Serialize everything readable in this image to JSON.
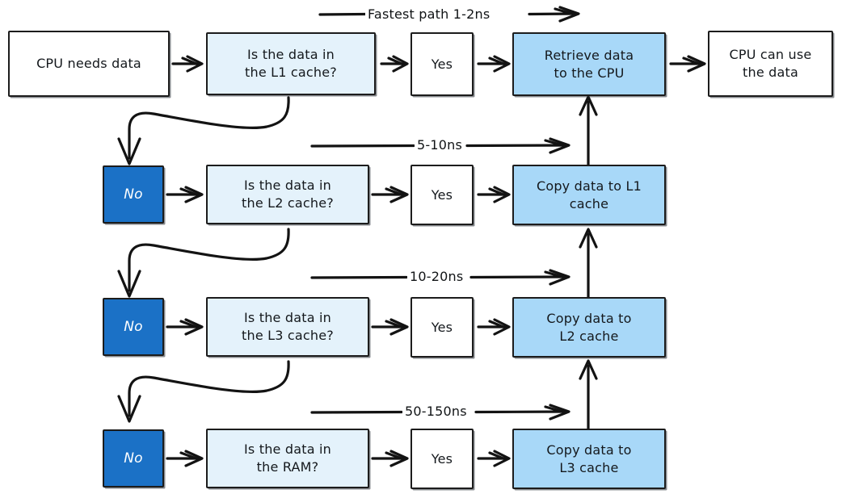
{
  "diagram": {
    "title": "CPU cache lookup hierarchy flowchart",
    "style": "hand-drawn",
    "colors": {
      "background": "#ffffff",
      "stroke": "#131313",
      "decision_fill": "#e4f2fb",
      "no_fill": "#1b71c6",
      "no_text": "#ffffff",
      "copy_fill": "#a8d8f8",
      "plain_fill": "#ffffff",
      "text": "#14181c"
    }
  },
  "nodes": {
    "start": {
      "label": "CPU needs data",
      "kind": "plain"
    },
    "decision_l1": {
      "label": "Is the data in\nthe L1 cache?",
      "line1": "Is the data in",
      "line2": "the L1 cache?",
      "kind": "decision"
    },
    "decision_l2": {
      "label": "Is the data in\nthe L2 cache?",
      "line1": "Is the data in",
      "line2": "the L2 cache?",
      "kind": "decision"
    },
    "decision_l3": {
      "label": "Is the data in\nthe L3 cache?",
      "line1": "Is the data in",
      "line2": "the L3 cache?",
      "kind": "decision"
    },
    "decision_ram": {
      "label": "Is the data in\nthe RAM?",
      "line1": "Is the data in",
      "line2": "the RAM?",
      "kind": "decision"
    },
    "yes_l1": {
      "label": "Yes",
      "kind": "plain"
    },
    "yes_l2": {
      "label": "Yes",
      "kind": "plain"
    },
    "yes_l3": {
      "label": "Yes",
      "kind": "plain"
    },
    "yes_ram": {
      "label": "Yes",
      "kind": "plain"
    },
    "no_l1": {
      "label": "No",
      "kind": "no"
    },
    "no_l2": {
      "label": "No",
      "kind": "no"
    },
    "no_l3": {
      "label": "No",
      "kind": "no"
    },
    "no_ram": {
      "label": "No",
      "kind": "no"
    },
    "retrieve": {
      "label": "Retrieve data\nto the CPU",
      "line1": "Retrieve data",
      "line2": "to the CPU",
      "kind": "copy"
    },
    "copy_l1": {
      "label": "Copy data to L1\ncache",
      "line1": "Copy data to L1",
      "line2": "cache",
      "kind": "copy"
    },
    "copy_l2": {
      "label": "Copy data to\nL2 cache",
      "line1": "Copy data to",
      "line2": "L2 cache",
      "kind": "copy"
    },
    "copy_l3": {
      "label": "Copy data to\nL3 cache",
      "line1": "Copy data to",
      "line2": "L3 cache",
      "kind": "copy"
    },
    "end": {
      "label": "CPU can use\nthe data",
      "line1": "CPU can use",
      "line2": "the data",
      "kind": "plain"
    }
  },
  "timing_labels": {
    "l1": "Fastest path 1-2ns",
    "l2": "5-10ns",
    "l3": "10-20ns",
    "ram": "50-150ns"
  },
  "edges": [
    {
      "from": "start",
      "to": "decision_l1",
      "type": "straight-right"
    },
    {
      "from": "decision_l1",
      "to": "yes_l1",
      "type": "straight-right"
    },
    {
      "from": "yes_l1",
      "to": "retrieve",
      "type": "straight-right"
    },
    {
      "from": "retrieve",
      "to": "end",
      "type": "straight-right"
    },
    {
      "from": "decision_l1",
      "to": "no_l1",
      "type": "curved-down-left"
    },
    {
      "from": "no_l1",
      "to": "decision_l2",
      "type": "straight-right"
    },
    {
      "from": "decision_l2",
      "to": "yes_l2",
      "type": "straight-right"
    },
    {
      "from": "yes_l2",
      "to": "copy_l1",
      "type": "straight-right"
    },
    {
      "from": "copy_l1",
      "to": "retrieve",
      "type": "straight-up"
    },
    {
      "from": "decision_l2",
      "to": "no_l2",
      "type": "curved-down-left"
    },
    {
      "from": "no_l2",
      "to": "decision_l3",
      "type": "straight-right"
    },
    {
      "from": "decision_l3",
      "to": "yes_l3",
      "type": "straight-right"
    },
    {
      "from": "yes_l3",
      "to": "copy_l2",
      "type": "straight-right"
    },
    {
      "from": "copy_l2",
      "to": "copy_l1",
      "type": "straight-up"
    },
    {
      "from": "decision_l3",
      "to": "no_l3",
      "type": "curved-down-left"
    },
    {
      "from": "no_l3",
      "to": "decision_ram",
      "type": "straight-right"
    },
    {
      "from": "decision_ram",
      "to": "yes_ram",
      "type": "straight-right"
    },
    {
      "from": "yes_ram",
      "to": "copy_l3",
      "type": "straight-right"
    },
    {
      "from": "copy_l3",
      "to": "copy_l2",
      "type": "straight-up"
    }
  ]
}
